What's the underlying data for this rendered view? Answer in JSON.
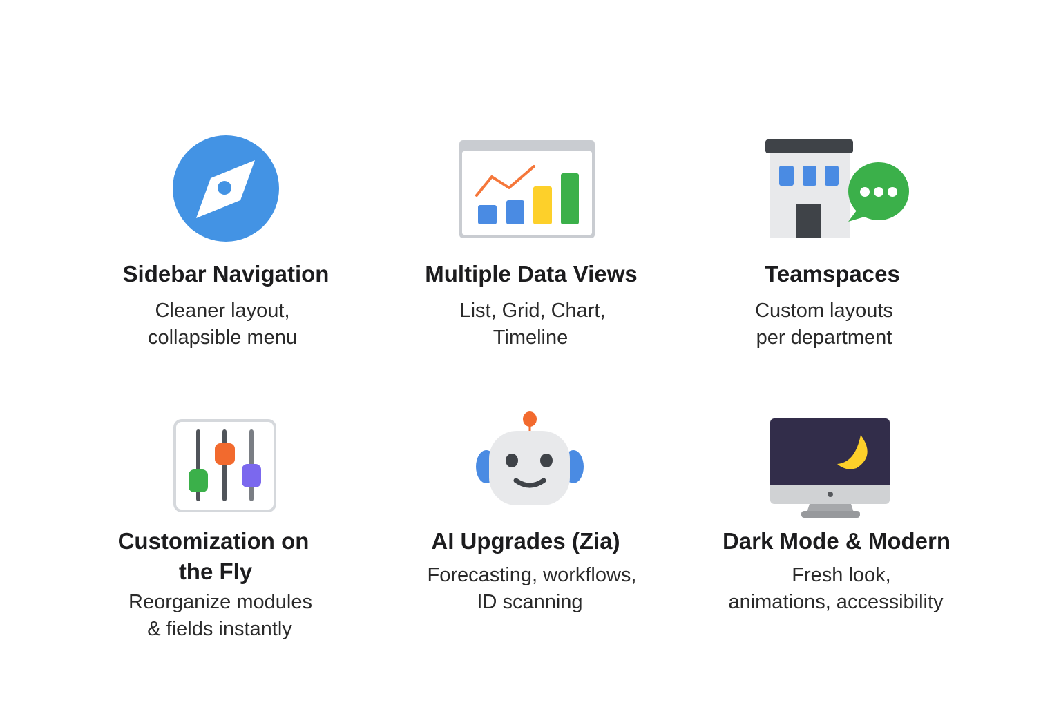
{
  "features": [
    {
      "title": "Sidebar Navigation",
      "desc_lines": [
        "Cleaner layout,",
        "collapsible menu"
      ],
      "icon": "compass-icon"
    },
    {
      "title": "Multiple Data Views",
      "desc_lines": [
        "List, Grid, Chart,",
        "Timeline"
      ],
      "icon": "chart-window-icon"
    },
    {
      "title": "Teamspaces",
      "desc_lines": [
        "Custom layouts",
        "per department"
      ],
      "icon": "building-chat-icon"
    },
    {
      "title_lines": [
        "Customization on",
        "the Fly"
      ],
      "desc_lines": [
        "Reorganize modules",
        "& fields instantly"
      ],
      "icon": "sliders-icon"
    },
    {
      "title": "AI Upgrades (Zia)",
      "desc_lines": [
        "Forecasting, workflows,",
        "ID scanning"
      ],
      "icon": "robot-icon"
    },
    {
      "title": "Dark Mode & Modern",
      "desc_lines": [
        "Fresh look,",
        "animations, accessibility"
      ],
      "icon": "dark-monitor-icon"
    }
  ],
  "colors": {
    "blue": "#4393e4",
    "orange": "#f26a2e",
    "yellow": "#fdd02a",
    "green": "#3bb04a",
    "purple": "#7b68ee",
    "dark": "#3f4348",
    "screen": "#322d4a"
  }
}
